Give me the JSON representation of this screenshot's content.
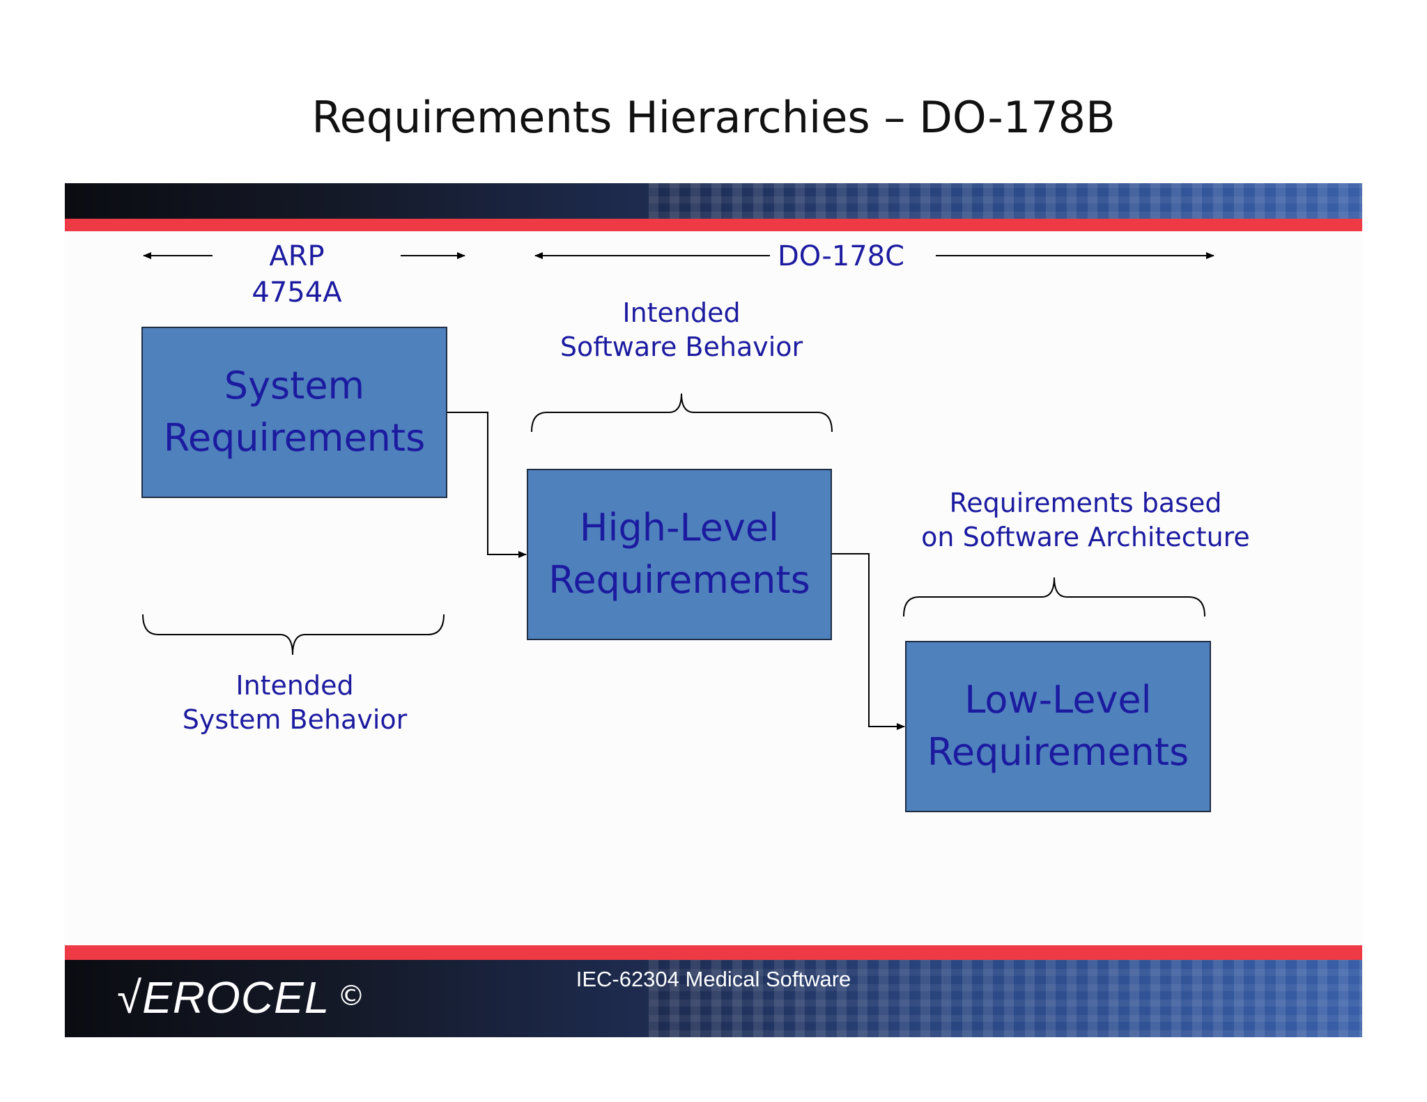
{
  "title": "Requirements Hierarchies – DO-178B",
  "spans": {
    "arp": "ARP 4754A",
    "do178c": "DO-178C"
  },
  "boxes": {
    "system": {
      "line1": "System",
      "line2": "Requirements"
    },
    "high": {
      "line1": "High-Level",
      "line2": "Requirements"
    },
    "low": {
      "line1": "Low-Level",
      "line2": "Requirements"
    }
  },
  "notes": {
    "software_behavior": {
      "line1": "Intended",
      "line2": "Software Behavior"
    },
    "architecture": {
      "line1": "Requirements based",
      "line2": "on Software Architecture"
    },
    "system_behavior": {
      "line1": "Intended",
      "line2": "System Behavior"
    }
  },
  "footer": {
    "logo": "√EROCEL",
    "copyright": "©",
    "text": "IEC-62304 Medical Software"
  },
  "colors": {
    "box_fill": "#4f81bd",
    "text_blue": "#1c1ba0",
    "band_red": "#ee3a45"
  }
}
